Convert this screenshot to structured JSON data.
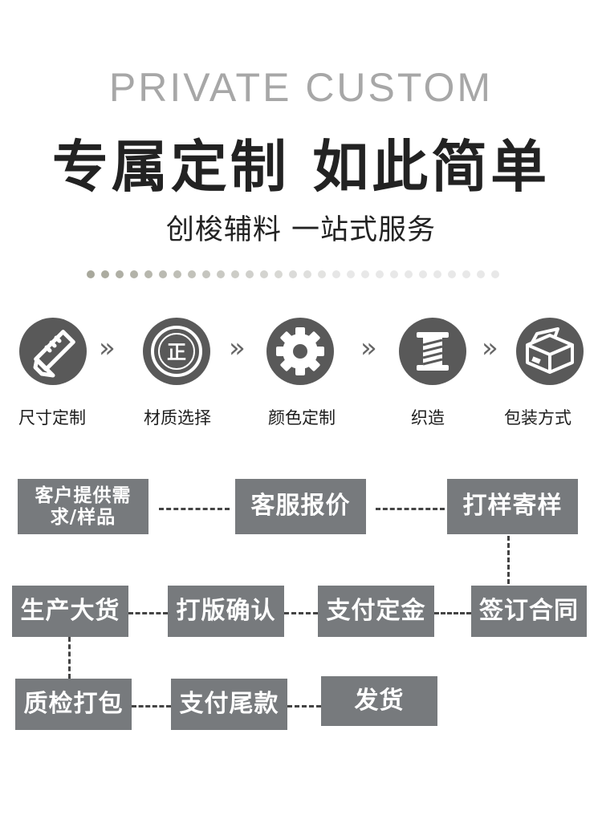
{
  "header": {
    "title_en": "PRIVATE CUSTOM",
    "title_cn": "专属定制 如此简单",
    "subtitle": "创梭辅料 一站式服务"
  },
  "colors": {
    "dot_active": "#a8a89c",
    "dot_inactive": "#e6e6e6",
    "icon_bg": "#595959",
    "box_bg": "#777a7d"
  },
  "steps": [
    {
      "label": "尺寸定制",
      "icon": "ruler-pencil-icon"
    },
    {
      "label": "材质选择",
      "icon": "zheng-badge-icon",
      "glyph": "正"
    },
    {
      "label": "颜色定制",
      "icon": "gear-icon"
    },
    {
      "label": "织造",
      "icon": "thread-spool-icon"
    },
    {
      "label": "包装方式",
      "icon": "package-box-icon"
    }
  ],
  "arrow_glyph": "»",
  "flow": {
    "request": "客户提供需求/样品",
    "quote": "客服报价",
    "sample": "打样寄样",
    "contract": "签订合同",
    "deposit": "支付定金",
    "confirm": "打版确认",
    "produce": "生产大货",
    "qc": "质检打包",
    "final_payment": "支付尾款",
    "ship": "发货"
  }
}
